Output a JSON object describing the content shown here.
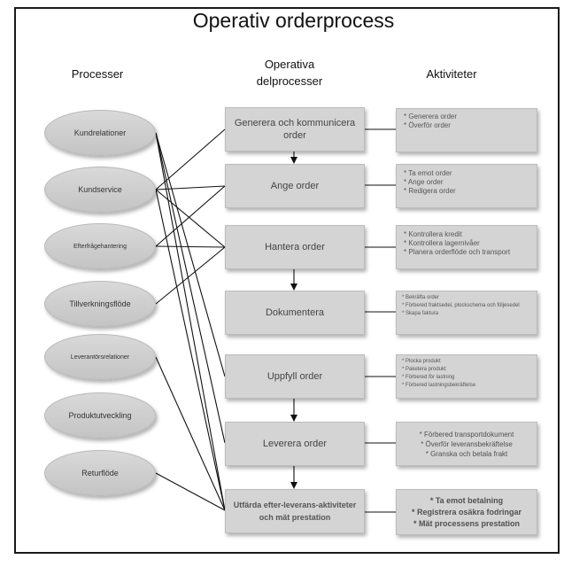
{
  "title": "Operativ orderprocess",
  "headers": {
    "processes": "Processer",
    "subprocesses_line1": "Operativa",
    "subprocesses_line2": "delprocesser",
    "activities": "Aktiviteter"
  },
  "processes": [
    "Kundrelationer",
    "Kundservice",
    "Efterfrågehantering",
    "Tillverkningsflöde",
    "Leverantörsrelationer",
    "Produktutveckling",
    "Returflöde"
  ],
  "subprocesses": [
    "Generera och kommunicera order",
    "Ange order",
    "Hantera order",
    "Dokumentera",
    "Uppfyll order",
    "Leverera order",
    "Utfärda efter-leverans-aktiviteter och mät prestation"
  ],
  "activities": [
    [
      "* Generera order",
      "* Överför order"
    ],
    [
      "* Ta emot order",
      "* Ange order",
      "* Redigera order"
    ],
    [
      "* Kontrollera kredit",
      "* Kontrollera lagernivåer",
      "* Planera orderflöde och transport"
    ],
    [
      "* Bekräfta order",
      "* Förbered fraktsedel, plockschema och följesedel",
      "* Skapa faktura"
    ],
    [
      "* Plocka produkt",
      "* Paketera produkt",
      "* Förbered för lastning",
      "* Förbered lastningsbekräftelse"
    ],
    [
      "* Förbered transportdokument",
      "* Överför leveransbekräftelse",
      "* Granska och betala frakt"
    ],
    [
      "* Ta emot betalning",
      "* Registrera osäkra fodringar",
      "* Mät processens prestation"
    ]
  ]
}
